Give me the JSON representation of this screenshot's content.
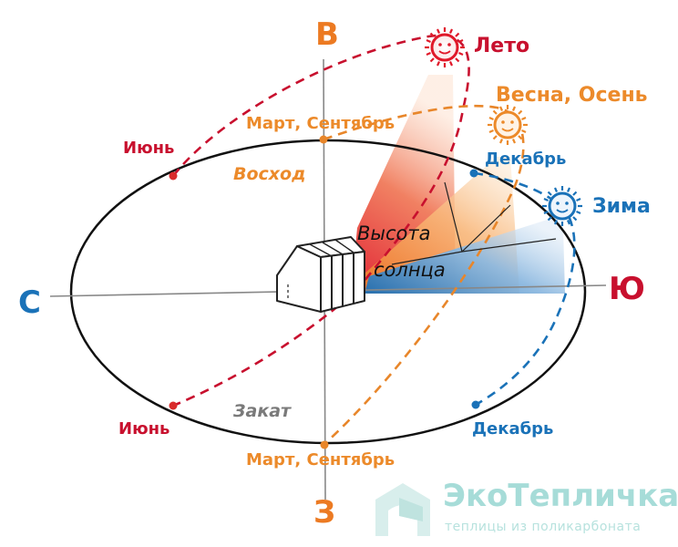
{
  "directions": {
    "east": "В",
    "west": "З",
    "north": "С",
    "south": "Ю"
  },
  "seasons": {
    "summer": "Лето",
    "spring_autumn": "Весна, Осень",
    "winter": "Зима"
  },
  "months": {
    "june_top": "Июнь",
    "june_bottom": "Июнь",
    "december_top": "Декабрь",
    "december_bottom": "Декабрь",
    "equinox_top": "Март, Сентябрь",
    "equinox_bottom": "Март, Сентябрь"
  },
  "events": {
    "sunrise": "Восход",
    "sunset": "Закат"
  },
  "sun_altitude": {
    "line1": "Высота",
    "line2": "солнца"
  },
  "brand": {
    "name": "ЭкоТепличка",
    "tagline": "теплицы из поликарбоната"
  },
  "colors": {
    "summer": "#c8102e",
    "spring_autumn": "#e8862a",
    "winter": "#1a72b8",
    "sunset_gray": "#7a7a7a",
    "brand": "#a6dcd8"
  },
  "icons": [
    "sun-summer-icon",
    "sun-spring-autumn-icon",
    "sun-winter-icon",
    "greenhouse-icon",
    "brand-logo-icon"
  ]
}
